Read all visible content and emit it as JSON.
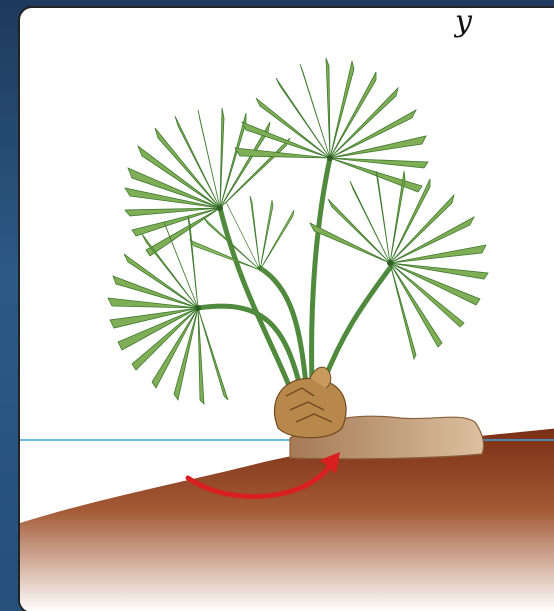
{
  "scene": {
    "subject": "fan palm",
    "parts": [
      "fan-leaf",
      "leaf-stalk",
      "trunk-base",
      "rhizome",
      "soil",
      "water-level-line",
      "growth-arrow"
    ],
    "colors": {
      "background_frame": "#24507a",
      "panel": "#ffffff",
      "leaf": "#7fae56",
      "leaf_dark": "#3f7a2e",
      "stalk": "#4f8a3d",
      "trunk": "#b8874a",
      "rhizome": "#c9a27a",
      "soil_top": "#8b3a1f",
      "soil_bottom": "#ffffff",
      "waterline": "#3aa0d8",
      "arrow": "#d91f1f"
    },
    "icons": {
      "arrow": "curved-arrow-icon"
    }
  }
}
